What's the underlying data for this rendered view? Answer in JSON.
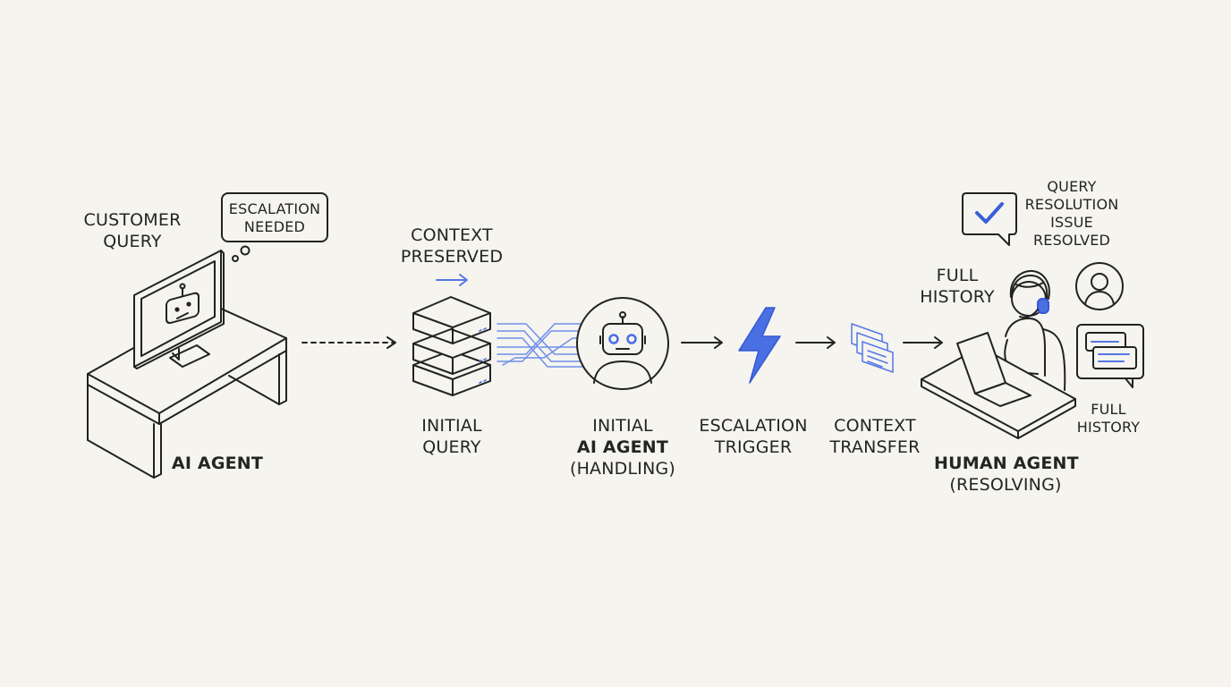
{
  "colors": {
    "background": "#f5f4ef",
    "line": "#222222",
    "accent": "#4a6fe3",
    "accent_light": "#6f8fe8"
  },
  "icons": {
    "desk": "desk-computer-icon",
    "server": "server-stack-icon",
    "robot": "robot-icon",
    "bolt": "lightning-bolt-icon",
    "docs": "documents-transfer-icon",
    "check_bubble": "check-bubble-icon",
    "user": "user-avatar-icon",
    "chat": "chat-bubbles-icon",
    "agent": "human-agent-headset-icon"
  },
  "labels": {
    "customer_query": [
      "CUSTOMER",
      "QUERY"
    ],
    "escalation_needed": [
      "ESCALATION",
      "NEEDED"
    ],
    "ai_agent_desk": "AI AGENT",
    "context_preserved": [
      "CONTEXT",
      "PRESERVED"
    ],
    "initial_query": [
      "INITIAL",
      "QUERY"
    ],
    "initial_ai": {
      "line1": "INITIAL",
      "line2": "AI AGENT",
      "line3": "(HANDLING)"
    },
    "escalation_trigger": [
      "ESCALATION",
      "TRIGGER"
    ],
    "context_transfer": [
      "CONTEXT",
      "TRANSFER"
    ],
    "full_history_top": [
      "FULL",
      "HISTORY"
    ],
    "query_resolution": [
      "QUERY",
      "RESOLUTION",
      "ISSUE",
      "RESOLVED"
    ],
    "full_history_side": [
      "FULL",
      "HISTORY"
    ],
    "human_agent": {
      "line1": "HUMAN AGENT",
      "line2": "(RESOLVING)"
    }
  }
}
